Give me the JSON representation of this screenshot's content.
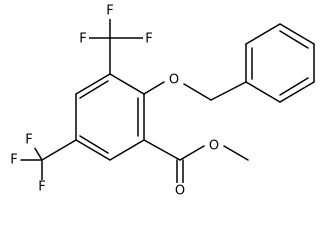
{
  "atoms": {
    "f_top_1": "F",
    "f_top_2": "F",
    "f_top_3": "F",
    "f_left_1": "F",
    "f_left_2": "F",
    "f_left_3": "F",
    "o_ether": "O",
    "o_ester": "O",
    "o_carbonyl": "O"
  }
}
